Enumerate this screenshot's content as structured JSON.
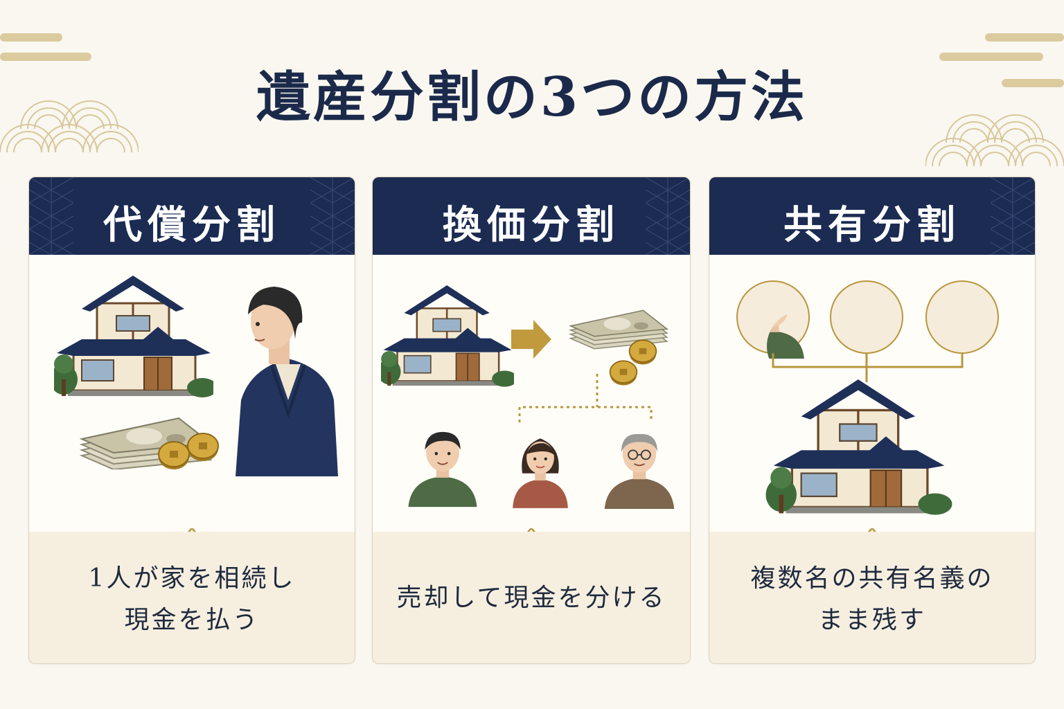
{
  "title": "遺産分割の3つの方法",
  "colors": {
    "navy": "#1b2b52",
    "gold": "#b8963e",
    "background": "#faf7f0",
    "foot": "#f6efe0"
  },
  "cards": [
    {
      "heading": "代償分割",
      "description_lines": [
        "1人が家を相続し",
        "現金を払う"
      ],
      "icons": [
        "house-icon",
        "heir-man-icon",
        "banknotes-icon",
        "coins-icon"
      ]
    },
    {
      "heading": "換価分割",
      "description_lines": [
        "売却して現金を分ける"
      ],
      "icons": [
        "house-icon",
        "arrow-right-icon",
        "banknotes-icon",
        "coins-icon",
        "person-man-icon",
        "person-woman-icon",
        "person-elder-icon"
      ]
    },
    {
      "heading": "共有分割",
      "description_lines": [
        "複数名の共有名義の",
        "まま残す"
      ],
      "icons": [
        "person-man-icon",
        "person-woman-icon",
        "person-elder-icon",
        "house-icon"
      ]
    }
  ]
}
